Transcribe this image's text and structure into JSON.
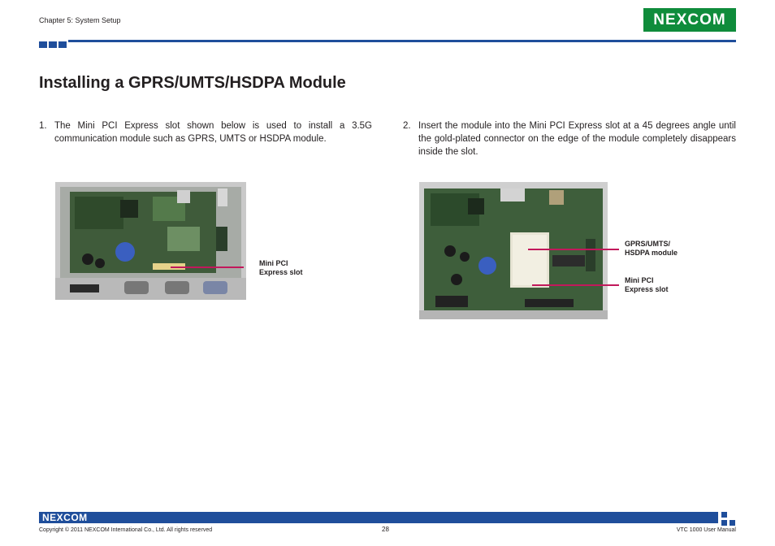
{
  "header": {
    "chapter": "Chapter 5: System Setup",
    "logo": "NEXCOM"
  },
  "page_title": "Installing a GPRS/UMTS/HSDPA Module",
  "steps": [
    {
      "number": "1.",
      "text": "The Mini PCI Express slot shown below is used to install a 3.5G communication module such as GPRS, UMTS or HSDPA module."
    },
    {
      "number": "2.",
      "text": "Insert the module into the Mini PCI Express slot at a 45 degrees angle until the gold-plated connector on the edge of the module completely disappears inside the slot."
    }
  ],
  "callouts": {
    "left_slot": {
      "line1": "Mini PCI",
      "line2": "Express slot"
    },
    "right_module": {
      "line1": "GPRS/UMTS/",
      "line2": "HSDPA module"
    },
    "right_slot": {
      "line1": "Mini PCI",
      "line2": "Express slot"
    }
  },
  "footer": {
    "logo": "NEXCOM",
    "copyright": "Copyright © 2011 NEXCOM International Co., Ltd. All rights reserved",
    "page": "28",
    "manual": "VTC 1000 User Manual"
  },
  "colors": {
    "brand_blue": "#1f4e9b",
    "brand_green": "#0f8c3b",
    "callout_magenta": "#c2185b"
  }
}
